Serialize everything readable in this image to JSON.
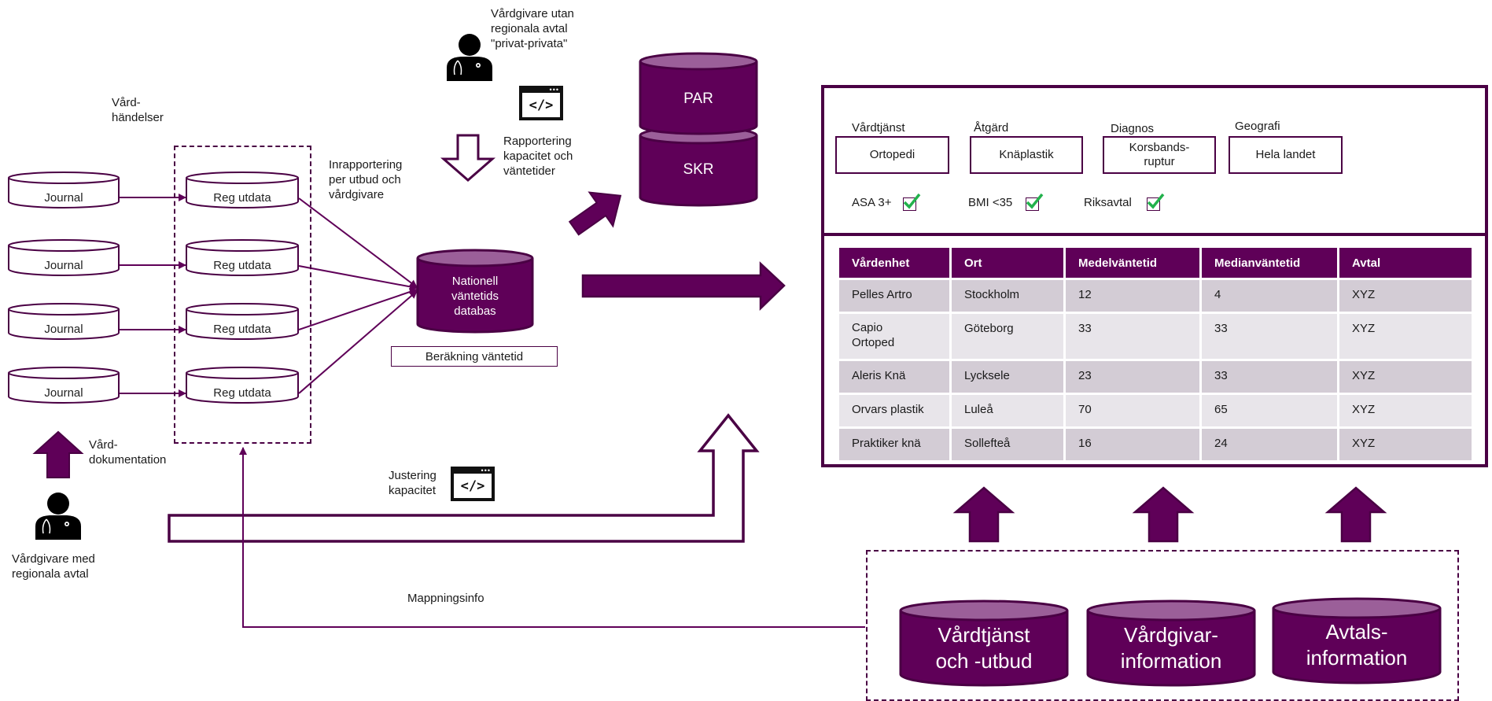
{
  "colors": {
    "primary": "#5f0058",
    "dark": "#4a0044",
    "cylinder_top": "#9b5f99",
    "row_odd": "#d3ccd5",
    "row_even": "#e8e5ea",
    "check_green": "#22b14c"
  },
  "left": {
    "events_label": "Vård-\nhändelser",
    "journals": [
      "Journal",
      "Journal",
      "Journal",
      "Journal"
    ],
    "reg_outputs": [
      "Reg utdata",
      "Reg utdata",
      "Reg utdata",
      "Reg utdata"
    ],
    "documentation_label": "Vård-\ndokumentation",
    "provider_with_regional": "Vårdgivare med\nregionala avtal",
    "provider_icon": "doctor-icon"
  },
  "center": {
    "reporting_per_offer": "Inrapportering\nper utbud och\nvårdgivare",
    "provider_without_regional": "Vårdgivare utan\nregionala avtal\n\"privat-privata\"",
    "reporting_capacity": "Rapportering\nkapacitet och\nväntetider",
    "code_icon": "code-window-icon",
    "national_db": "Nationell\nväntetids\ndatabas",
    "calc_label": "Beräkning väntetid",
    "adjust_capacity": "Justering\nkapacitet",
    "mapping_info": "Mappningsinfo"
  },
  "registers": {
    "par": "PAR",
    "skr": "SKR"
  },
  "panel": {
    "filters": [
      {
        "label": "Vårdtjänst",
        "value": "Ortopedi"
      },
      {
        "label": "Åtgärd",
        "value": "Knäplastik"
      },
      {
        "label": "Diagnos",
        "value": "Korsbands-\nruptur"
      },
      {
        "label": "Geografi",
        "value": "Hela landet"
      }
    ],
    "checkboxes": [
      {
        "label": "ASA 3+",
        "checked": true
      },
      {
        "label": "BMI <35",
        "checked": true
      },
      {
        "label": "Riksavtal",
        "checked": true
      }
    ],
    "table": {
      "columns": [
        "Vårdenhet",
        "Ort",
        "Medelväntetid",
        "Medianväntetid",
        "Avtal"
      ],
      "rows": [
        [
          "Pelles Artro",
          "Stockholm",
          "12",
          "4",
          "XYZ"
        ],
        [
          "Capio\nOrtoped",
          "Göteborg",
          "33",
          "33",
          "XYZ"
        ],
        [
          "Aleris Knä",
          "Lycksele",
          "23",
          "33",
          "XYZ"
        ],
        [
          "Orvars plastik",
          "Luleå",
          "70",
          "65",
          "XYZ"
        ],
        [
          "Praktiker knä",
          "Sollefteå",
          "16",
          "24",
          "XYZ"
        ]
      ]
    }
  },
  "sources": [
    "Vårdtjänst\noch -utbud",
    "Vårdgivar-\ninformation",
    "Avtals-\ninformation"
  ]
}
